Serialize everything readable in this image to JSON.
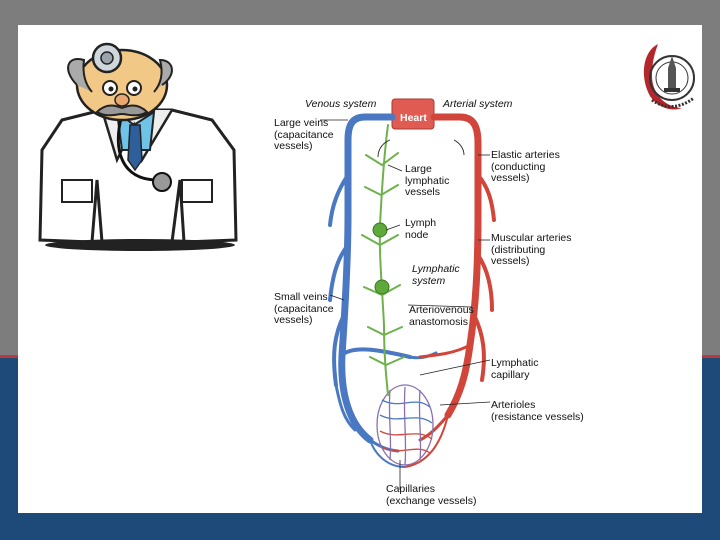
{
  "slide": {
    "colors": {
      "background": "#7d7d7d",
      "bottom_band": "#1e4a7a",
      "accent_line": "#b93a3a",
      "slide": "#ffffff"
    }
  },
  "decor": {
    "doctor_icon": "doctor-cartoon-icon",
    "logo_icon": "university-seal-logo"
  },
  "diagram": {
    "colors": {
      "vein": "#4a78c2",
      "artery": "#d2453a",
      "lymph": "#6db24b",
      "heart": "#e05b52"
    },
    "heart_label": "Heart",
    "venous_system": "Venous system",
    "arterial_system": "Arterial system",
    "large_veins": "Large veins\n(capacitance\nvessels)",
    "large_lymphatic": "Large\nlymphatic\nvessels",
    "elastic_arteries": "Elastic arteries\n(conducting\nvessels)",
    "lymph_node": "Lymph\nnode",
    "muscular_arteries": "Muscular arteries\n(distributing\nvessels)",
    "lymphatic_system": "Lymphatic\nsystem",
    "small_veins": "Small veins\n(capacitance\nvessels)",
    "arteriovenous": "Arteriovenous\nanastomosis",
    "lymphatic_capillary": "Lymphatic\ncapillary",
    "arterioles": "Arterioles\n(resistance vessels)",
    "capillaries": "Capillaries\n(exchange vessels)"
  }
}
